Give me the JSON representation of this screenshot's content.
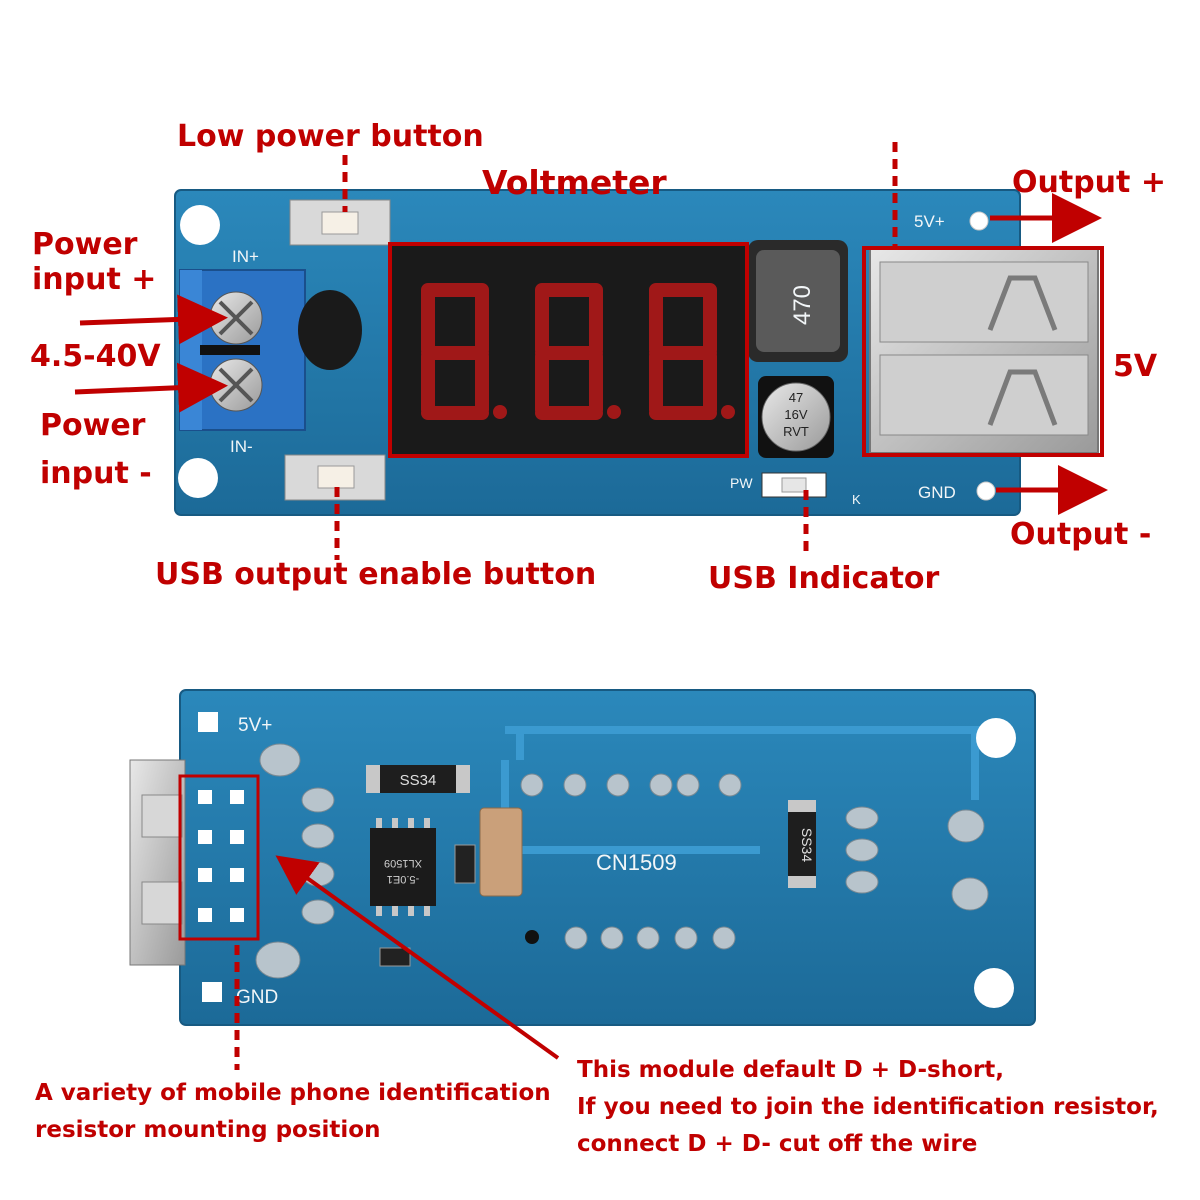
{
  "top": {
    "labels": {
      "low_power": "Low power button",
      "voltmeter": "Voltmeter",
      "output_plus": "Output +",
      "power_input_plus": "Power\ninput +",
      "voltage_range": "4.5-40V",
      "power_input_minus": "Power\ninput -",
      "five_v": "5V",
      "output_minus": "Output -",
      "usb_enable": "USB output enable button",
      "usb_indicator": "USB Indicator"
    },
    "silkscreen": {
      "in_plus": "IN+",
      "in_minus": "IN-",
      "five_v_plus": "5V+",
      "gnd": "GND",
      "pw": "PW",
      "k": "K",
      "inductor": "470",
      "cap_line1": "47",
      "cap_line2": "16V",
      "cap_line3": "RVT"
    }
  },
  "bottom": {
    "labels": {
      "resistor_position": "A variety of mobile phone identification\nresistor mounting position",
      "module_note": "This module default D + D-short,\nIf you need to join the identification resistor,\nconnect D + D- cut off the wire"
    },
    "silkscreen": {
      "five_v_plus": "5V+",
      "gnd": "GND",
      "chip_label": "CN1509",
      "diode1": "SS34",
      "diode2": "SS34",
      "ic_text1": "XL1509",
      "ic_text2": "-5.0E1"
    }
  },
  "colors": {
    "label_red": "#c00000",
    "pcb_blue": "#1f6f9c",
    "pcb_blue_light": "#2f8fc0",
    "segment_red": "#a01818"
  }
}
